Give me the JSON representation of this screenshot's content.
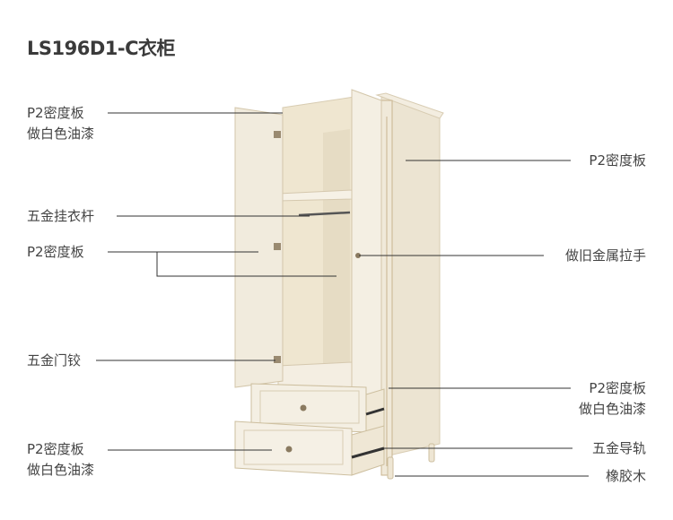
{
  "title": "LS196D1-C衣柜",
  "labels": {
    "left_top_1": "P2密度板",
    "left_top_2": "做白色油漆",
    "hanging_rod": "五金挂衣杆",
    "left_mid": "P2密度板",
    "hinge": "五金门铰",
    "left_bottom_1": "P2密度板",
    "left_bottom_2": "做白色油漆",
    "right_top": "P2密度板",
    "handle": "做旧金属拉手",
    "right_mid_1": "P2密度板",
    "right_mid_2": "做白色油漆",
    "slide_rail": "五金导轨",
    "rubberwood": "橡胶木"
  },
  "colors": {
    "body": "#efe8d8",
    "shade": "#e2d8c2",
    "trim": "#c9b48e",
    "line": "#333333"
  }
}
